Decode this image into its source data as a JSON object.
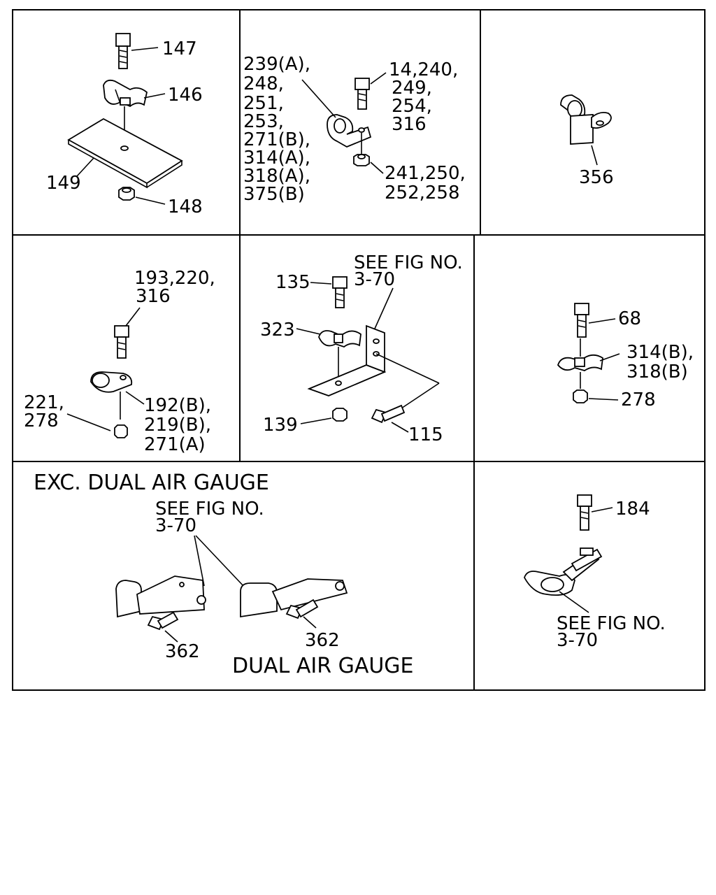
{
  "panels": [
    {
      "labels": {
        "bolt": "147",
        "clamp": "146",
        "plate": "149",
        "nut": "148"
      }
    },
    {
      "clamp_refs": [
        "239(A),",
        "248,",
        "251,",
        "253,",
        "271(B),",
        "314(A),",
        "318(A),",
        "375(B)"
      ],
      "bolt_refs": [
        "14,240,",
        "249,",
        "254,",
        "316"
      ],
      "nut_refs": [
        "241,250,",
        "252,258"
      ]
    },
    {
      "labels": {
        "clip": "356"
      }
    },
    {
      "bolt_refs": [
        "193,220,",
        "316"
      ],
      "nut_refs": [
        "221,",
        "278"
      ],
      "clamp_refs": [
        "192(B),",
        "219(B),",
        "271(A)"
      ]
    },
    {
      "see_ref": [
        "SEE FIG NO.",
        "3-70"
      ],
      "labels": {
        "bolt": "135",
        "clamp": "323",
        "nut": "139",
        "bolt2": "115"
      }
    },
    {
      "labels": {
        "bolt": "68",
        "nut": "278"
      },
      "clamp_refs": [
        "314(B),",
        "318(B)"
      ]
    },
    {
      "title": "EXC. DUAL AIR GAUGE",
      "see_ref": [
        "SEE FIG NO.",
        "3-70"
      ],
      "labels": {
        "bolt_left": "362",
        "bolt_right": "362"
      },
      "subtitle": "DUAL AIR GAUGE"
    },
    {
      "labels": {
        "bolt": "184"
      },
      "see_ref": [
        "SEE FIG NO.",
        "3-70"
      ]
    }
  ]
}
